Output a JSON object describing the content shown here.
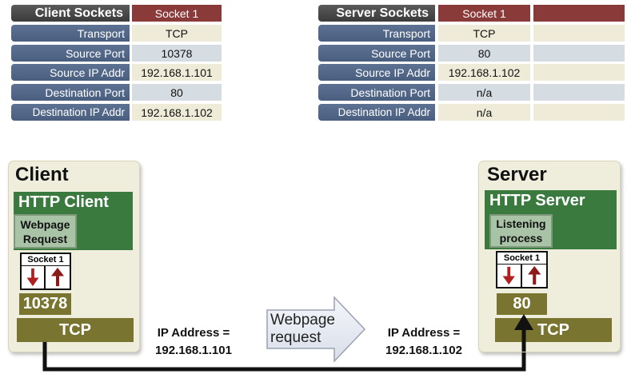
{
  "client_table": {
    "title": "Client Sockets",
    "socket_header": "Socket 1",
    "rows": [
      {
        "label": "Transport",
        "value": "TCP"
      },
      {
        "label": "Source Port",
        "value": "10378"
      },
      {
        "label": "Source IP Addr",
        "value": "192.168.1.101"
      },
      {
        "label": "Destination Port",
        "value": "80"
      },
      {
        "label": "Destination IP Addr",
        "value": "192.168.1.102"
      }
    ]
  },
  "server_table": {
    "title": "Server Sockets",
    "socket_header": "Socket 1",
    "rows": [
      {
        "label": "Transport",
        "value": "TCP"
      },
      {
        "label": "Source Port",
        "value": "80"
      },
      {
        "label": "Source IP Addr",
        "value": "192.168.1.102"
      },
      {
        "label": "Destination Port",
        "value": "n/a"
      },
      {
        "label": "Destination IP Addr",
        "value": "n/a"
      }
    ]
  },
  "client": {
    "title": "Client",
    "app_label": "HTTP Client",
    "sub_label_line1": "Webpage",
    "sub_label_line2": "Request",
    "socket_label": "Socket 1",
    "port": "10378",
    "transport": "TCP",
    "ip_label": "IP Address =",
    "ip_value": "192.168.1.101"
  },
  "server": {
    "title": "Server",
    "app_label": "HTTP Server",
    "sub_label_line1": "Listening",
    "sub_label_line2": "process",
    "socket_label": "Socket 1",
    "port": "80",
    "transport": "TCP",
    "ip_label": "IP Address =",
    "ip_value": "192.168.1.102"
  },
  "message": {
    "line1": "Webpage",
    "line2": "request"
  },
  "colors": {
    "arrow_down": "#b02020",
    "arrow_up": "#8b1a1a",
    "connection_line": "#111111"
  }
}
